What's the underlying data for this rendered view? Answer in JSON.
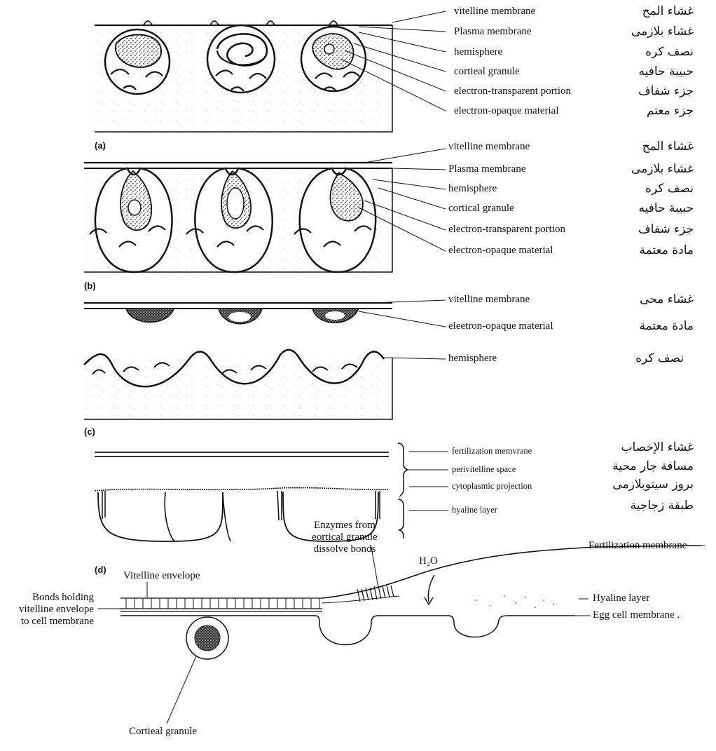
{
  "panels": {
    "a": {
      "tag": "(a)",
      "labels_en": [
        "vitelline membrane",
        "Plasma membrane",
        "hemisphere",
        "cortieal granule",
        "electron-transparent portion",
        "electron-opaque material"
      ],
      "labels_ar": [
        "غشاء المح",
        "غشاء بلازمى",
        "نصف كره",
        "حبيبة حافيه",
        "جزء شفاف",
        "جزء معتم"
      ]
    },
    "b": {
      "tag": "(b)",
      "labels_en": [
        "vitelline membrane",
        "Plasma membrane",
        "hemisphere",
        "cortical granule",
        "electron-transparent portion",
        "electron-opaque material"
      ],
      "labels_ar": [
        "غشاء المح",
        "غشاء بلازمى",
        "نصف كره",
        "حبيبة حافيه",
        "جزء شفاف",
        "مادة معتمة"
      ]
    },
    "c": {
      "tag": "(c)",
      "labels_en": [
        "vitelline membrane",
        "eleetron-opaque material",
        "hemisphere"
      ],
      "labels_ar": [
        "غشاء محى",
        "مادة معتمة",
        "نصف كره"
      ]
    },
    "d": {
      "tag": "(d)",
      "labels_en": [
        "fertilization memvrane",
        "perivitelline space",
        "cytoplasmic projection",
        "hyaline layer"
      ],
      "labels_ar": [
        "غشاء الإخصاب",
        "مسافة جار محية",
        "بروز سيتوبلازمى",
        "طبقة زجاجية"
      ]
    }
  },
  "bottom": {
    "enzymes": [
      "Enzymes from",
      "eortical granule",
      "dissolve bonds"
    ],
    "water": "H₂O",
    "fertilization_membrane": "Fertilization membrane",
    "vitelline_envelope": "Vitelline envelope",
    "bonds": [
      "Bonds holding",
      "vitelline envelope",
      "to cell membrane"
    ],
    "hyaline_layer": "Hyaline layer",
    "egg_cell_membrane": "Egg cell membrane .",
    "cortical_granule": "Cortieal granule"
  }
}
